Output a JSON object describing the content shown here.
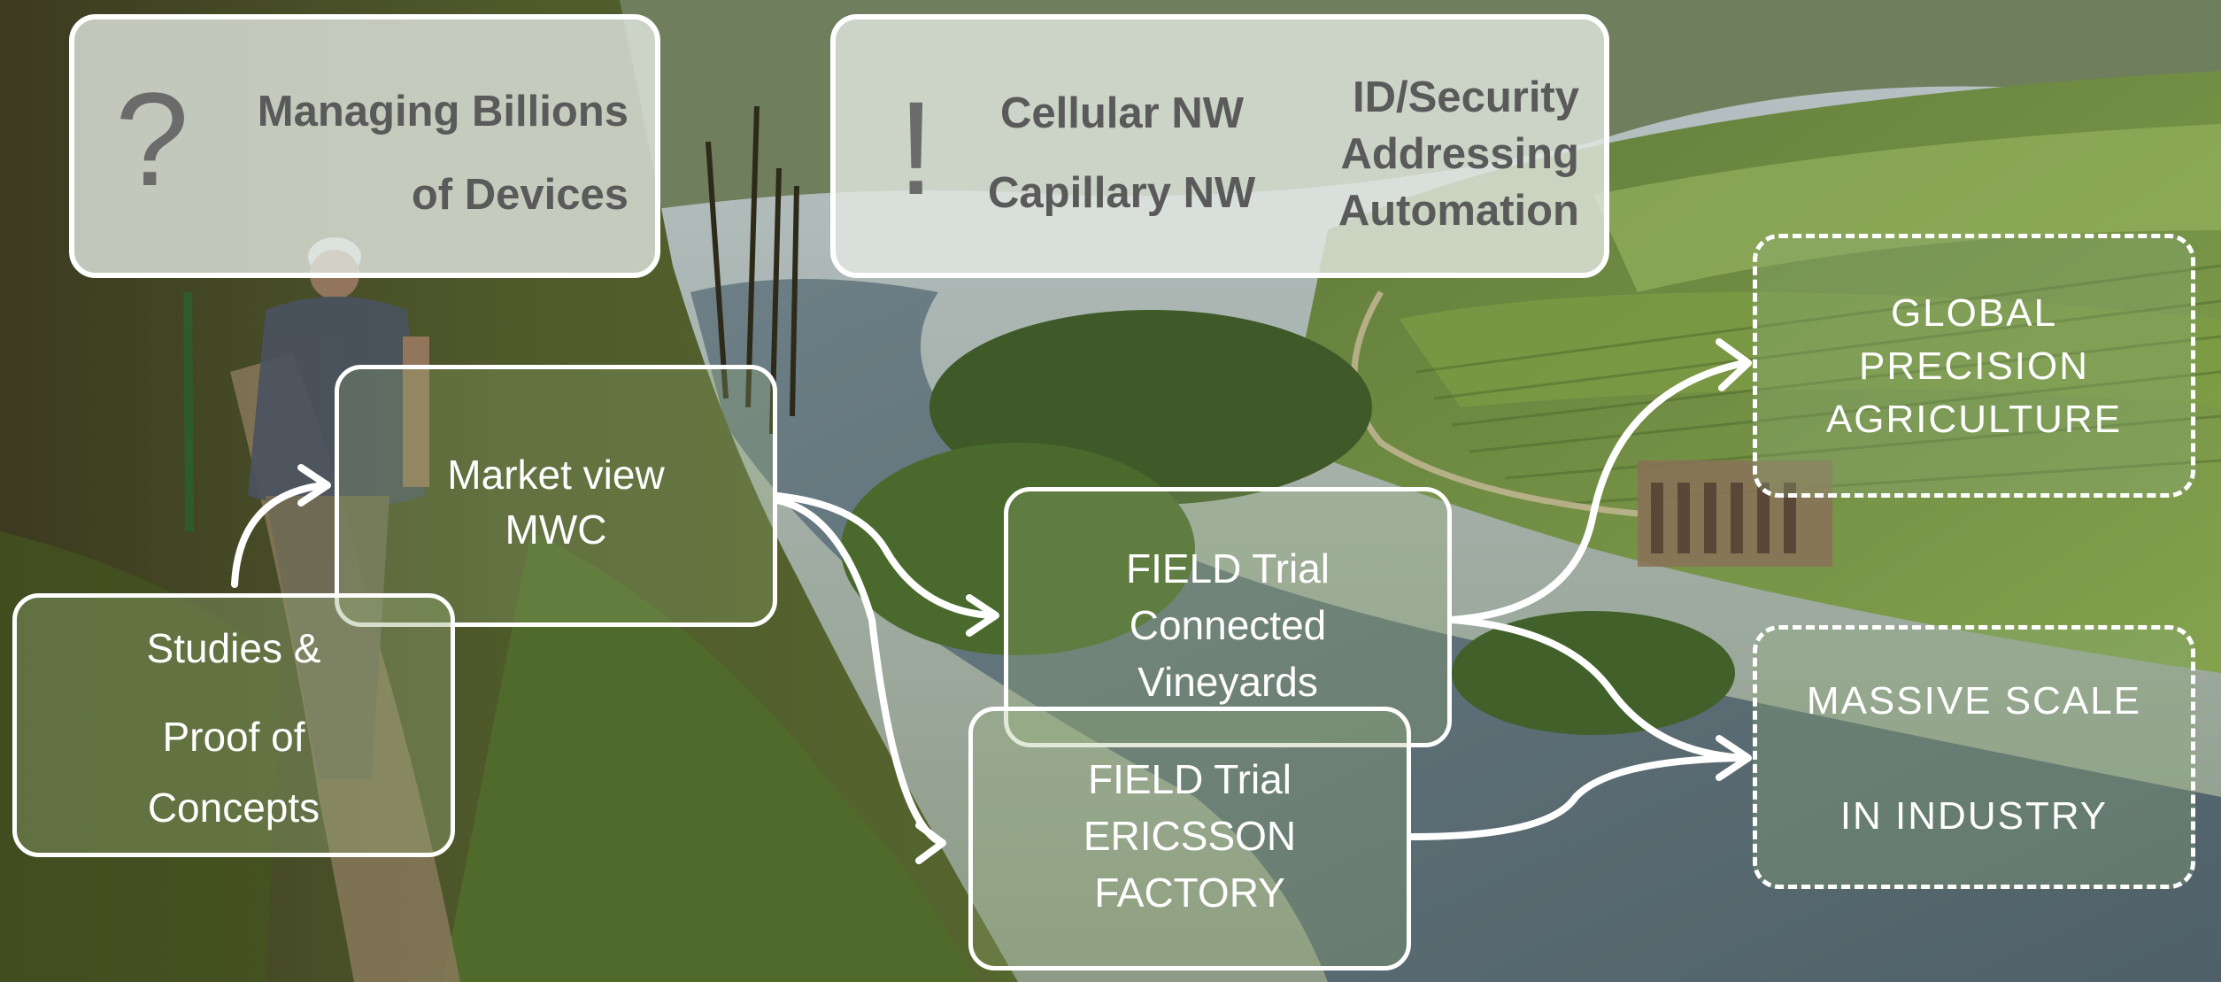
{
  "question_box": {
    "mark": "?",
    "line1": "Managing Billions",
    "line2": "of Devices"
  },
  "exclaim_box": {
    "mark": "!",
    "col1": [
      "Cellular NW",
      "Capillary NW"
    ],
    "col2": [
      "ID/Security",
      "Addressing",
      "Automation"
    ]
  },
  "studies_box": {
    "lines": [
      "Studies &",
      "Proof of",
      "Concepts"
    ]
  },
  "market_box": {
    "lines": [
      "Market view",
      "MWC"
    ]
  },
  "vineyards_box": {
    "lines": [
      "FIELD Trial",
      "Connected",
      "Vineyards"
    ]
  },
  "factory_box": {
    "lines": [
      "FIELD Trial",
      "ERICSSON",
      "FACTORY"
    ]
  },
  "agriculture_box": {
    "lines": [
      "GLOBAL",
      "PRECISION",
      "AGRICULTURE"
    ]
  },
  "industry_box": {
    "lines": [
      "MASSIVE SCALE",
      "IN INDUSTRY"
    ]
  },
  "colors": {
    "box_border": "#ffffff",
    "dark_text": "#5a5a5a",
    "light_text": "#ffffff"
  }
}
